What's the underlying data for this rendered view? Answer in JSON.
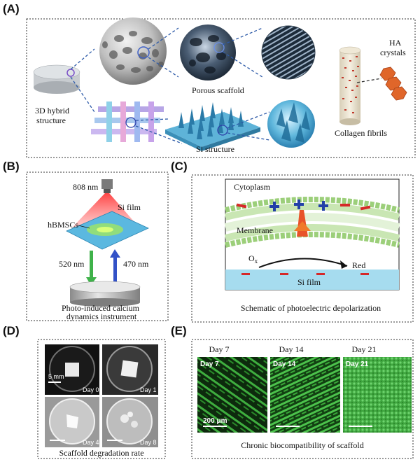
{
  "panels": {
    "a": {
      "label": "(A)",
      "hybrid": "3D hybrid\nstructure",
      "porous": "Porous scaffold",
      "si_structure": "Si structure",
      "collagen": "Collagen fibrils",
      "ha": "HA\ncrystals"
    },
    "b": {
      "label": "(B)",
      "laser": "808 nm",
      "si_film": "Si film",
      "cells": "hBMSCs",
      "w1": "520 nm",
      "w2": "470 nm",
      "caption": "Photo-induced calcium\ndynamics instrument"
    },
    "c": {
      "label": "(C)",
      "cytoplasm": "Cytoplasm",
      "membrane": "Membrane",
      "ox": "Ox",
      "red": "Red",
      "si_film": "Si film",
      "caption": "Schematic of photoelectric depolarization"
    },
    "d": {
      "label": "(D)",
      "scale": "5 mm",
      "days": [
        "Day 0",
        "Day 1",
        "Day 4",
        "Day 8"
      ],
      "caption": "Scaffold degradation rate"
    },
    "e": {
      "label": "(E)",
      "headers": [
        "Day 7",
        "Day 14",
        "Day 21"
      ],
      "tags": [
        "Day 7",
        "Day 14",
        "Day 21"
      ],
      "scale": "200 μm",
      "caption": "Chronic biocompatibility of scaffold"
    }
  },
  "colors": {
    "dash": "#2d5aa8",
    "laser": "#e53935",
    "si_blue": "#6ec6e6",
    "cell_green": "#7bc043",
    "positive": "#2340a8",
    "negative": "#d62828",
    "ha": "#e0662a"
  }
}
